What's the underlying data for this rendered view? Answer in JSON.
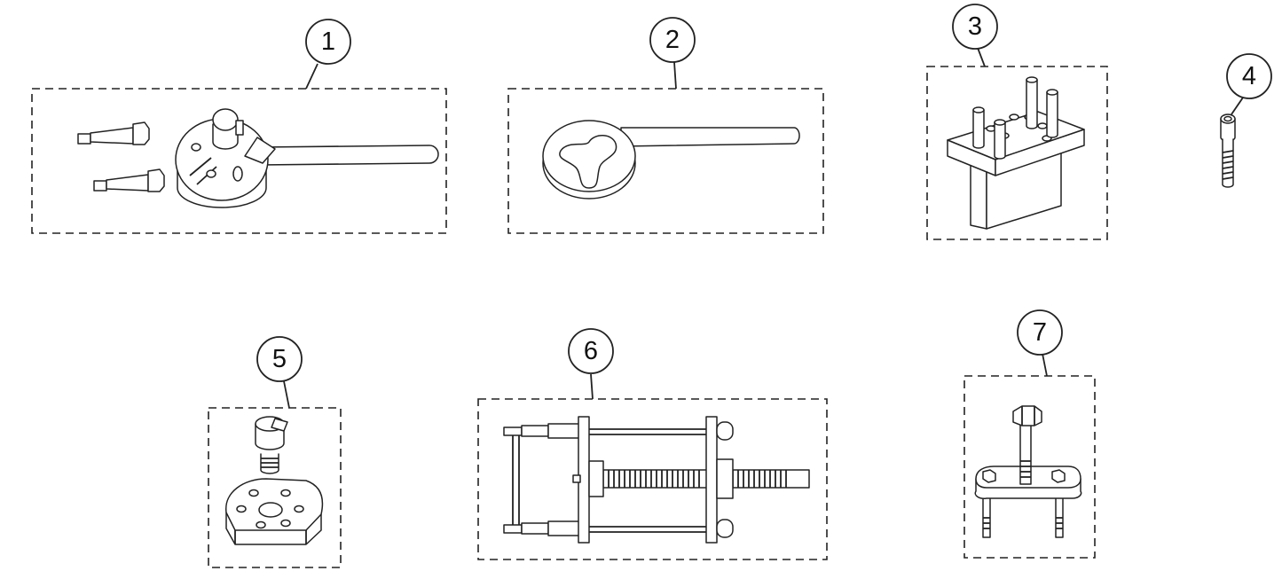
{
  "callouts": [
    {
      "number": "1",
      "part": "locking-tool-with-pins"
    },
    {
      "number": "2",
      "part": "holding-wrench"
    },
    {
      "number": "3",
      "part": "pin-alignment-block"
    },
    {
      "number": "4",
      "part": "socket-head-screw"
    },
    {
      "number": "5",
      "part": "threaded-plug-and-plate"
    },
    {
      "number": "6",
      "part": "screw-press-puller"
    },
    {
      "number": "7",
      "part": "bolt-bridge-puller"
    }
  ]
}
